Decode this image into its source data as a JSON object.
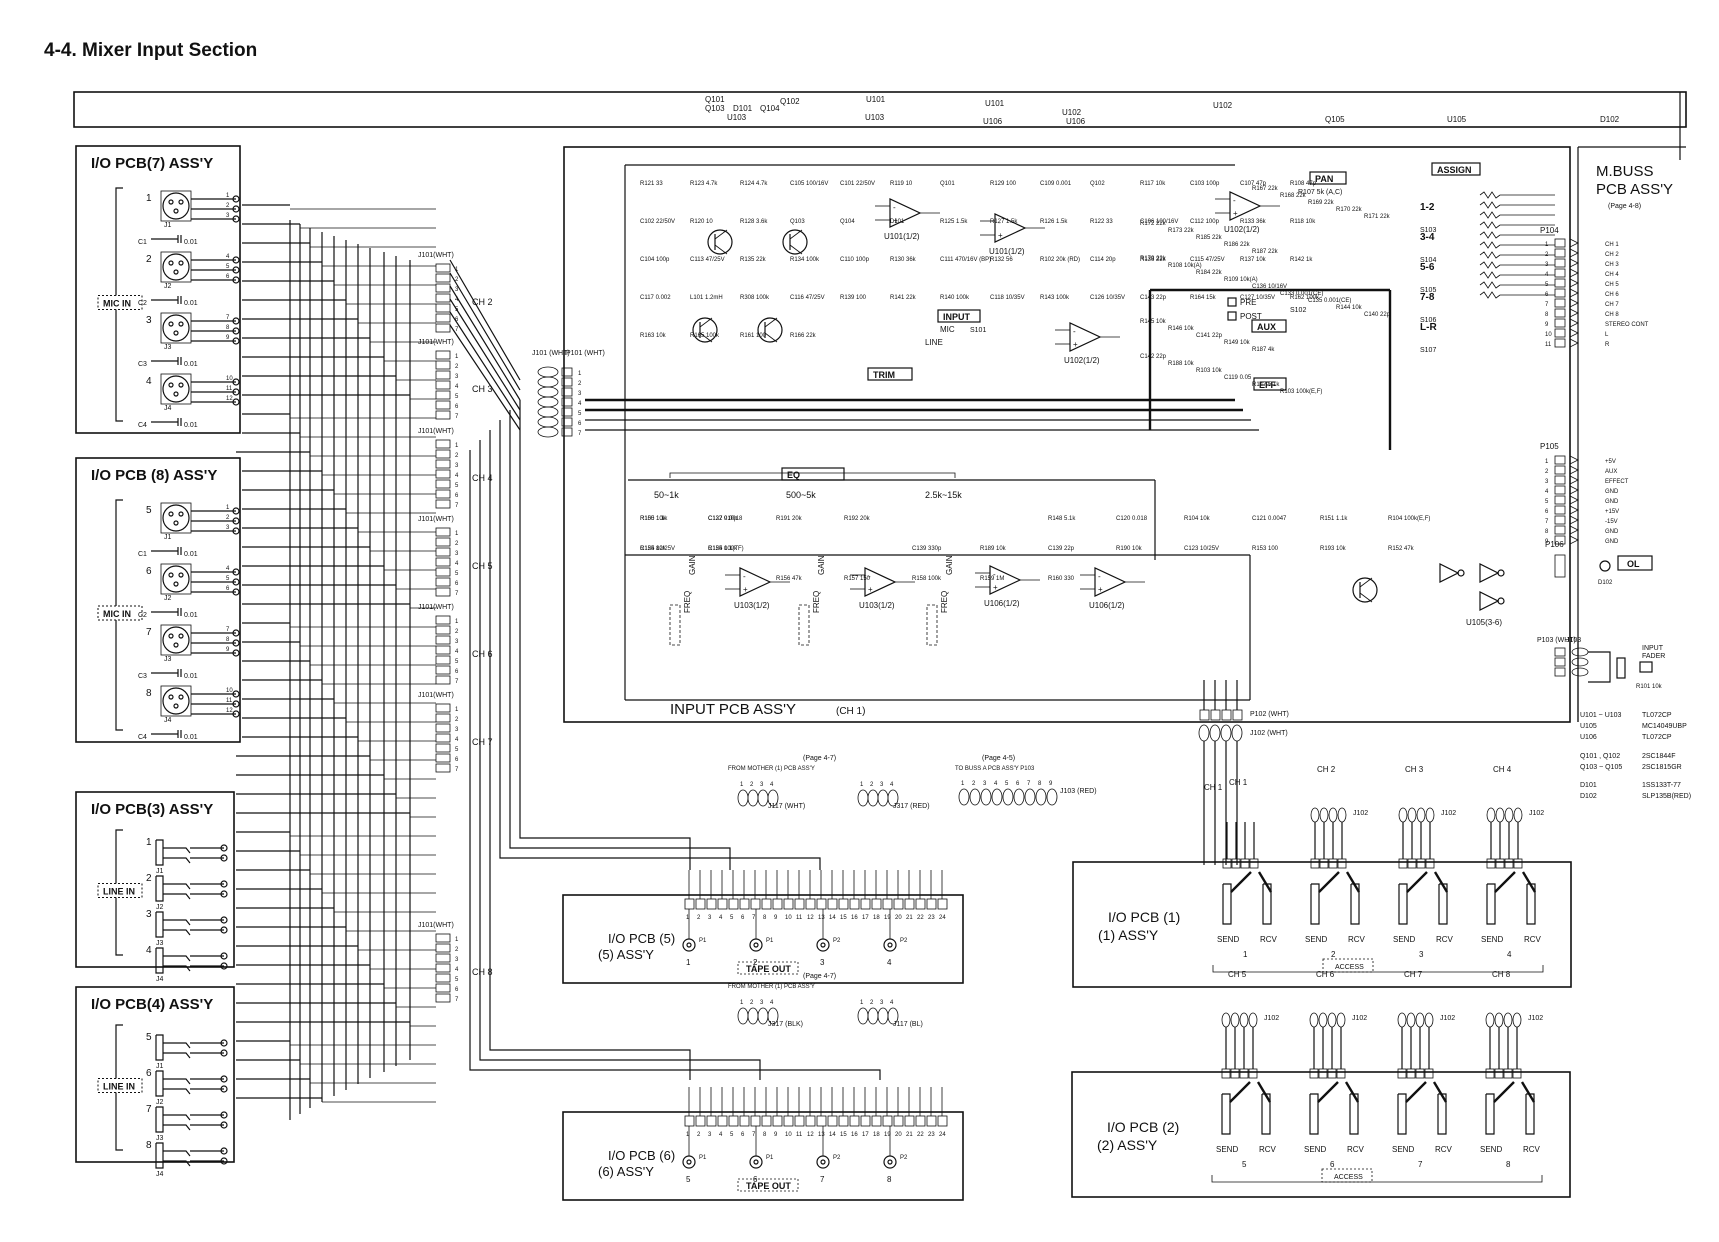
{
  "title": "4-4. Mixer Input Section",
  "top_strip": {
    "labels": [
      "Q101",
      "Q103",
      "D101",
      "Q104",
      "U103",
      "Q102",
      "U101",
      "U103",
      "U101",
      "U106",
      "U102",
      "U106",
      "U102",
      "Q105",
      "U105",
      "D102"
    ]
  },
  "io_boards_left": [
    {
      "name": "I/O PCB(7) ASS'Y",
      "label": "MIC IN",
      "channels": [
        "1",
        "2",
        "3",
        "4"
      ],
      "jacks": [
        "J1",
        "J2",
        "J3",
        "J4"
      ]
    },
    {
      "name": "I/O PCB (8) ASS'Y",
      "label": "MIC IN",
      "channels": [
        "5",
        "6",
        "7",
        "8"
      ],
      "jacks": [
        "J1",
        "J2",
        "J3",
        "J4"
      ]
    },
    {
      "name": "I/O PCB(3) ASS'Y",
      "label": "LINE IN",
      "channels": [
        "1",
        "2",
        "3",
        "4"
      ],
      "jacks": [
        "J1",
        "J2",
        "J3",
        "J4"
      ]
    },
    {
      "name": "I/O PCB(4) ASS'Y",
      "label": "LINE IN",
      "channels": [
        "5",
        "6",
        "7",
        "8"
      ],
      "jacks": [
        "J1",
        "J2",
        "J3",
        "J4"
      ]
    }
  ],
  "cap_labels": [
    "C1",
    "C2",
    "C3",
    "C4",
    "0.01"
  ],
  "j101_groups": [
    {
      "ref": "J101(WHT)",
      "ch": "CH 2"
    },
    {
      "ref": "J101(WHT)",
      "ch": "CH 3"
    },
    {
      "ref": "J101(WHT)",
      "ch": "CH 4"
    },
    {
      "ref": "J101(WHT)",
      "ch": "CH 5"
    },
    {
      "ref": "J101(WHT)",
      "ch": "CH 6"
    },
    {
      "ref": "J101(WHT)",
      "ch": "CH 7"
    },
    {
      "ref": "J101(WHT)",
      "ch": "CH 8"
    }
  ],
  "input_pcb": {
    "title": "INPUT PCB ASS'Y",
    "sub": "(CH 1)",
    "connectors": [
      "J101 (WHT)",
      "P101 (WHT)"
    ],
    "blocks": [
      "TRIM",
      "INPUT",
      "PAN",
      "ASSIGN",
      "AUX",
      "EFF",
      "EQ"
    ],
    "eq_bands": [
      "50~1k",
      "500~5k",
      "2.5k~15k"
    ],
    "gain_label": "GAIN",
    "freq_label": "FREQ",
    "input_sw": [
      "MIC",
      "LINE",
      "S101"
    ],
    "pan_labels": [
      "R107 5k (A,C)"
    ],
    "assign_labels": [
      "1-2",
      "3-4",
      "5-6",
      "7-8",
      "L-R"
    ],
    "assign_switches": [
      "S103",
      "S104",
      "S105",
      "S106",
      "S107"
    ],
    "aux_labels": [
      "PRE",
      "POST",
      "S102"
    ],
    "opamps": [
      "U101(1/2)",
      "U101(1/2)",
      "U102(1/2)",
      "U102(1/2)",
      "U103(1/2)",
      "U103(1/2)",
      "U106(1/2)",
      "U106(1/2)",
      "U105(3-6)"
    ],
    "components": [
      "R121 33",
      "R123 4.7k",
      "R124 4.7k",
      "C105 100/16V",
      "C101 22/50V",
      "R119 10",
      "Q101",
      "R129 100",
      "C109 0.001",
      "Q102",
      "R117 10k",
      "C103 100p",
      "C107 47p",
      "R108 47p",
      "C102 22/50V",
      "R120 10",
      "R128 3.6k",
      "Q103",
      "Q104",
      "D101",
      "R125 1.5k",
      "R127 1.5k",
      "R126 1.5k",
      "R122 33",
      "C106 100/16V",
      "C112 100p",
      "R133 36k",
      "R118 10k",
      "C104 100p",
      "C113 47/25V",
      "R135 22k",
      "R134 100k",
      "C110 100p",
      "R130 36k",
      "C111 470/16V (BP)",
      "R132 56",
      "R102 20k (RD)",
      "C114 20p",
      "R136 22k",
      "C115 47/25V",
      "R137 10k",
      "R142 1k",
      "C117 0.002",
      "L101 1.2mH",
      "R308 100k",
      "C116 47/25V",
      "R139 100",
      "R141 22k",
      "R140 100k",
      "C118 10/35V",
      "R143 100k",
      "C126 10/35V",
      "C143 22p",
      "R164 15k",
      "C127 10/35V",
      "R162 100k",
      "R163 10k",
      "R165 100k",
      "R161 100",
      "R166 22k",
      "R167 22k",
      "R168 22k",
      "R169 22k",
      "R170 22k",
      "R171 22k",
      "R172 22k",
      "R173 22k",
      "R185 22k",
      "R186 22k",
      "R187 22k",
      "R179 22k",
      "R108 10k(A)",
      "R184 22k",
      "R109 10k(A)",
      "C136 10/16V",
      "C133 0.001(CE)",
      "C135 0.001(CE)",
      "R144 10k",
      "C140 22p",
      "R145 10k",
      "R146 10k",
      "C141 22p",
      "R149 10k",
      "R187 4k",
      "C142 22p",
      "R188 10k",
      "R103 10k",
      "C119 0.05",
      "R147 5.1k",
      "R103 100k(E,F)",
      "R148 5.1k",
      "C120 0.018",
      "R104 10k",
      "C121 0.0047",
      "R151 1.1k",
      "R104 100k(E,F)",
      "R150 1.1k",
      "C122 0.0018",
      "R105 10k",
      "C137 910p",
      "R191 20k",
      "R192 20k",
      "C139 330p",
      "R189 10k",
      "C139 22p",
      "R190 10k",
      "C123 10/25V",
      "R153 100",
      "R193 10k",
      "R152 47k",
      "C124 10/25V",
      "R154 100k",
      "R155 82k",
      "C125 0.1(TF)",
      "R156 47k",
      "R157 150",
      "R158 100k",
      "R159 1M",
      "R160 330"
    ]
  },
  "mbuss": {
    "title": "M.BUSS PCB ASS'Y",
    "page": "(Page 4-8)",
    "p104": "P104",
    "p104_pins": [
      "CH 1",
      "CH 2",
      "CH 3",
      "CH 4",
      "CH 5",
      "CH 6",
      "CH 7",
      "CH 8",
      "STEREO CONT",
      "L",
      "R"
    ],
    "p105": "P105",
    "p105_pins": [
      "+5V",
      "AUX",
      "EFFECT",
      "GND",
      "GND",
      "+15V",
      "-15V",
      "GND",
      "GND"
    ],
    "p106": "P106",
    "ol": "OL",
    "d102": "D102",
    "p103": "P103 (WHT)",
    "j103": "J103",
    "input_fader": "INPUT FADER",
    "r101": "R101 10k"
  },
  "parts_list": [
    {
      "ref": "U101 ~ U103",
      "part": "TL072CP"
    },
    {
      "ref": "U105",
      "part": "MC14049UBP"
    },
    {
      "ref": "U106",
      "part": "TL072CP"
    },
    {
      "ref": "Q101 , Q102",
      "part": "2SC1844F"
    },
    {
      "ref": "Q103 ~ Q105",
      "part": "2SC1815GR"
    },
    {
      "ref": "D101",
      "part": "1SS133T-77"
    },
    {
      "ref": "D102",
      "part": "SLP135B(RED)"
    }
  ],
  "tape_boards": [
    {
      "name": "I/O PCB (5) ASS'Y",
      "label": "TAPE OUT",
      "from": "FROM MOTHER (1) PCB ASS'Y",
      "page": "(Page 4-7)",
      "j1": "J117 (WHT)",
      "j2": "J317 (RED)",
      "outs": [
        "1",
        "2",
        "3",
        "4"
      ],
      "plugs": [
        "P1",
        "P1",
        "P2",
        "P2"
      ]
    },
    {
      "name": "I/O PCB (6) ASS'Y",
      "label": "TAPE OUT",
      "from": "FROM MOTHER (1) PCB ASS'Y",
      "page": "(Page 4-7)",
      "j1": "J317 (BLK)",
      "j2": "J117 (BL)",
      "outs": [
        "5",
        "6",
        "7",
        "8"
      ],
      "plugs": [
        "P1",
        "P1",
        "P2",
        "P2"
      ]
    }
  ],
  "j103_note": {
    "page": "(Page 4-5)",
    "text": "TO BUSS A PCB ASS'Y P103",
    "ref": "J103 (RED)"
  },
  "send_rcv_boards": [
    {
      "name": "I/O PCB (1) ASS'Y",
      "chs": [
        "CH 1",
        "CH 2",
        "CH 3",
        "CH 4"
      ],
      "nums": [
        "1",
        "2",
        "3",
        "4"
      ],
      "access": "ACCESS"
    },
    {
      "name": "I/O PCB (2) ASS'Y",
      "chs": [
        "CH 5",
        "CH 6",
        "CH 7",
        "CH 8"
      ],
      "nums": [
        "5",
        "6",
        "7",
        "8"
      ],
      "access": "ACCESS"
    }
  ],
  "send_label": "SEND",
  "rcv_label": "RCV",
  "p102_label": "P102 (WHT)",
  "j102_label": "J102 (WHT)"
}
